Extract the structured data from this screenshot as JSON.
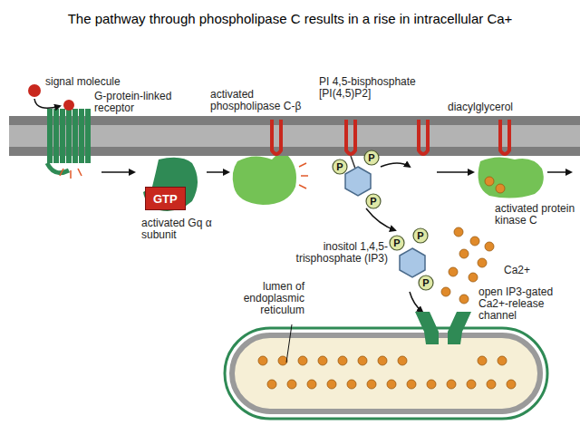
{
  "diagram": {
    "title": "The pathway through phospholipase C results in a rise in intracellular Ca+",
    "nodes": [
      {
        "text": [
          "GTP"
        ]
      }
    ],
    "labels": [
      "signal molecule",
      "G-protein-linked receptor",
      "activated phospholipase C-β",
      "PI 4,5-bisphosphate [PI(4,5)P2]",
      "diacylglycerol",
      "P",
      "P",
      "P",
      "activated Gq α subunit",
      "inositol 1,4,5-trisphosphate (IP3)",
      "P",
      "P",
      "P",
      "activated protein kinase C",
      "Ca2+",
      "open IP3-gated Ca2+-release channel",
      "lumen of endoplasmic reticulum"
    ]
  }
}
